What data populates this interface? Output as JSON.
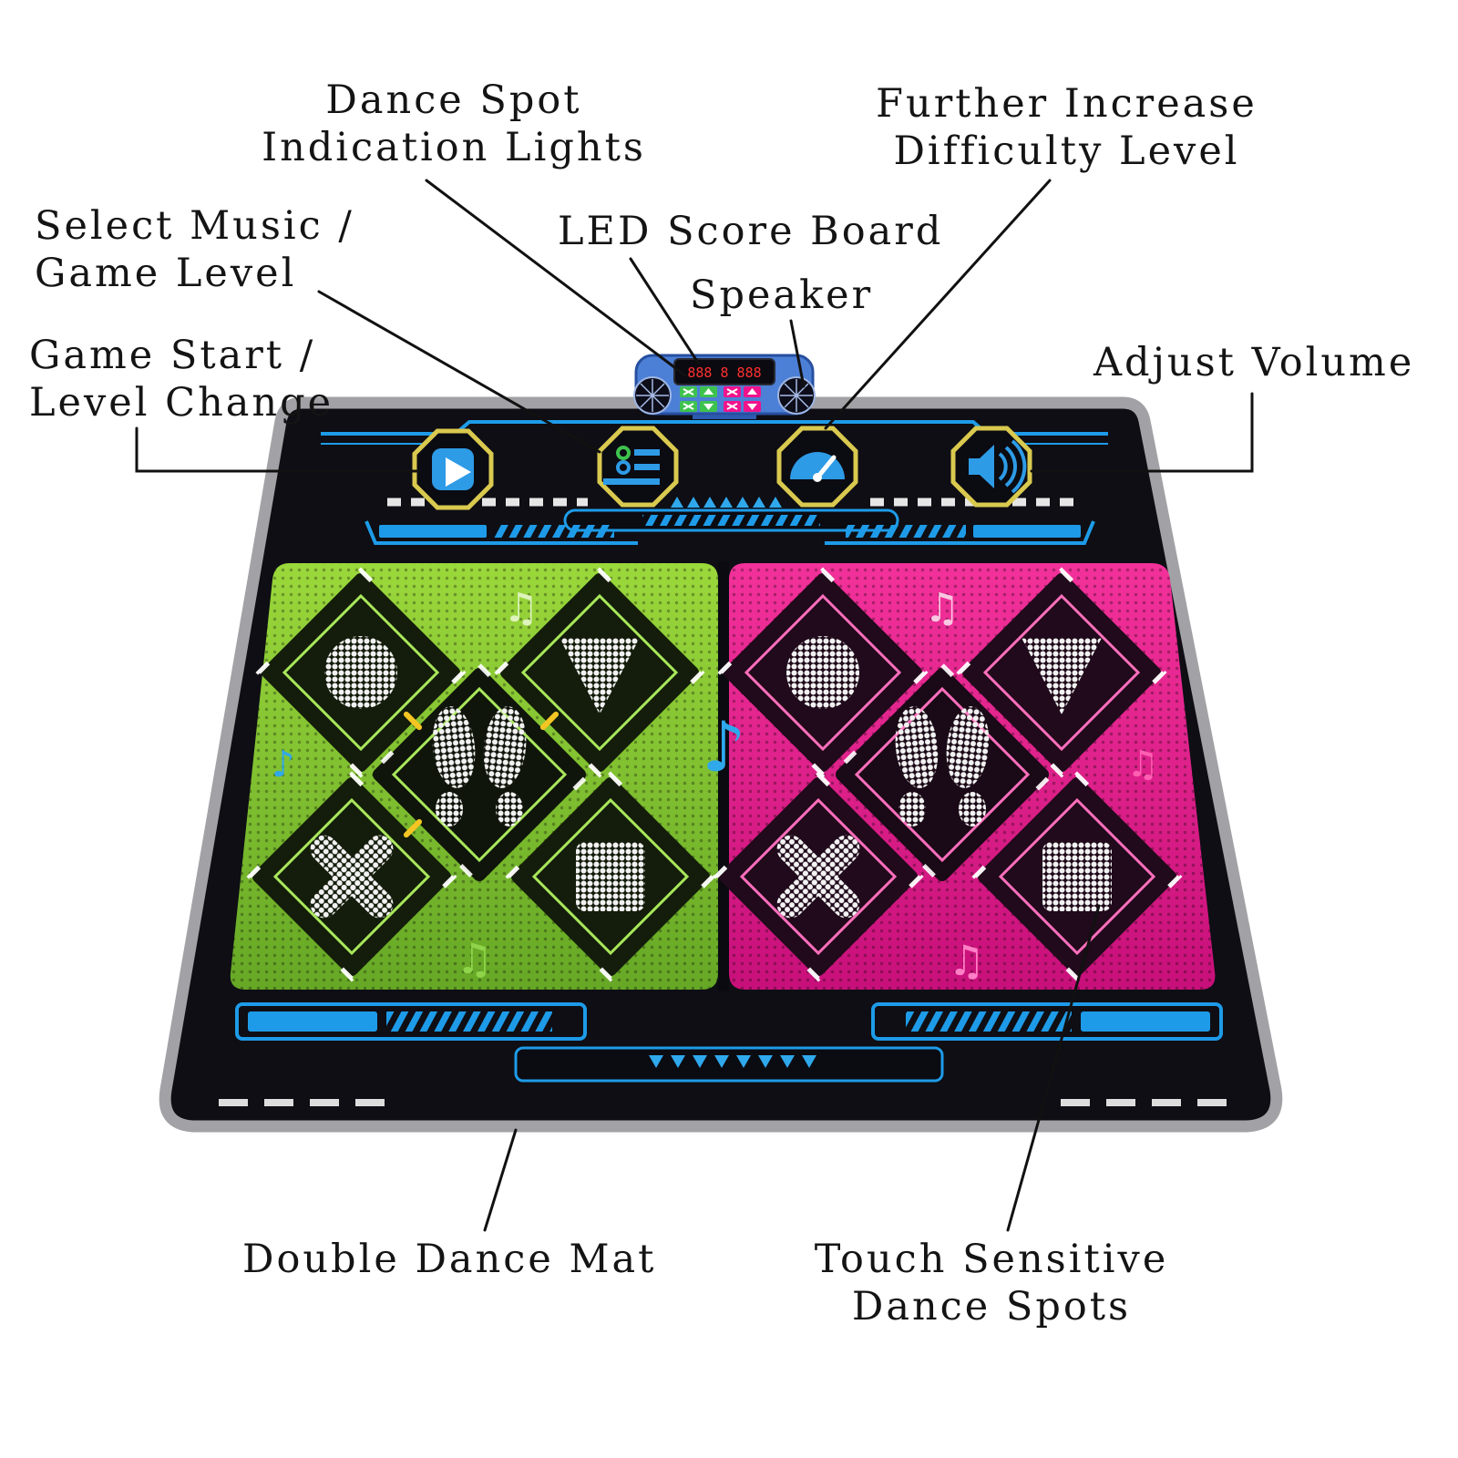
{
  "annotations": {
    "dance_spot_lights": {
      "line1": "Dance Spot",
      "line2": "Indication Lights"
    },
    "increase_difficulty": {
      "line1": "Further Increase",
      "line2": "Difficulty Level"
    },
    "select_music": {
      "line1": "Select Music /",
      "line2": "Game Level"
    },
    "led_score_board": {
      "line1": "LED Score Board"
    },
    "speaker": {
      "line1": "Speaker"
    },
    "game_start": {
      "line1": "Game Start /",
      "line2": "Level Change"
    },
    "adjust_volume": {
      "line1": "Adjust Volume"
    },
    "double_dance_mat": {
      "line1": "Double Dance Mat"
    },
    "touch_sensitive_spots": {
      "line1": "Touch Sensitive",
      "line2": "Dance Spots"
    }
  },
  "scoreboard": {
    "digits": "888 8 888"
  },
  "glyphs": {
    "double_note": "♫",
    "single_note": "♪"
  },
  "pad_symbols": {
    "top_left": "circle",
    "top_right": "triangle",
    "bottom_left": "cross",
    "bottom_right": "square",
    "center": "footprints"
  },
  "colors": {
    "left_half_green": "#8CC63F",
    "right_half_pink": "#F0148C",
    "accent_blue": "#1E9BE8",
    "button_outline_yellow": "#D9C94F",
    "control_panel_blue": "#4C7FD6",
    "led_digits_red": "#FF3030",
    "mat_border_gray": "#A2A2A6",
    "mat_surface_black": "#0E0E14",
    "annotation_text": "#141414"
  }
}
